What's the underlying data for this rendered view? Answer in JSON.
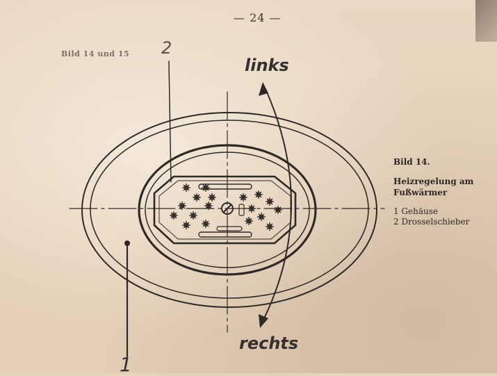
{
  "header": {
    "page_number": "— 24 —"
  },
  "figure_reference": "Bild 14 und 15",
  "caption": {
    "title": "Bild 14.",
    "subtitle": "Heizregelung am Fußwärmer",
    "legend": [
      {
        "text": "1 Gehäuse"
      },
      {
        "text": "2 Drosselschieber"
      }
    ]
  },
  "diagram": {
    "labels": {
      "links": "links",
      "rechts": "rechts",
      "part_2": "2",
      "part_1": "1"
    },
    "colors": {
      "ink": "#2f2925",
      "paper": "#e6d3bd"
    }
  }
}
